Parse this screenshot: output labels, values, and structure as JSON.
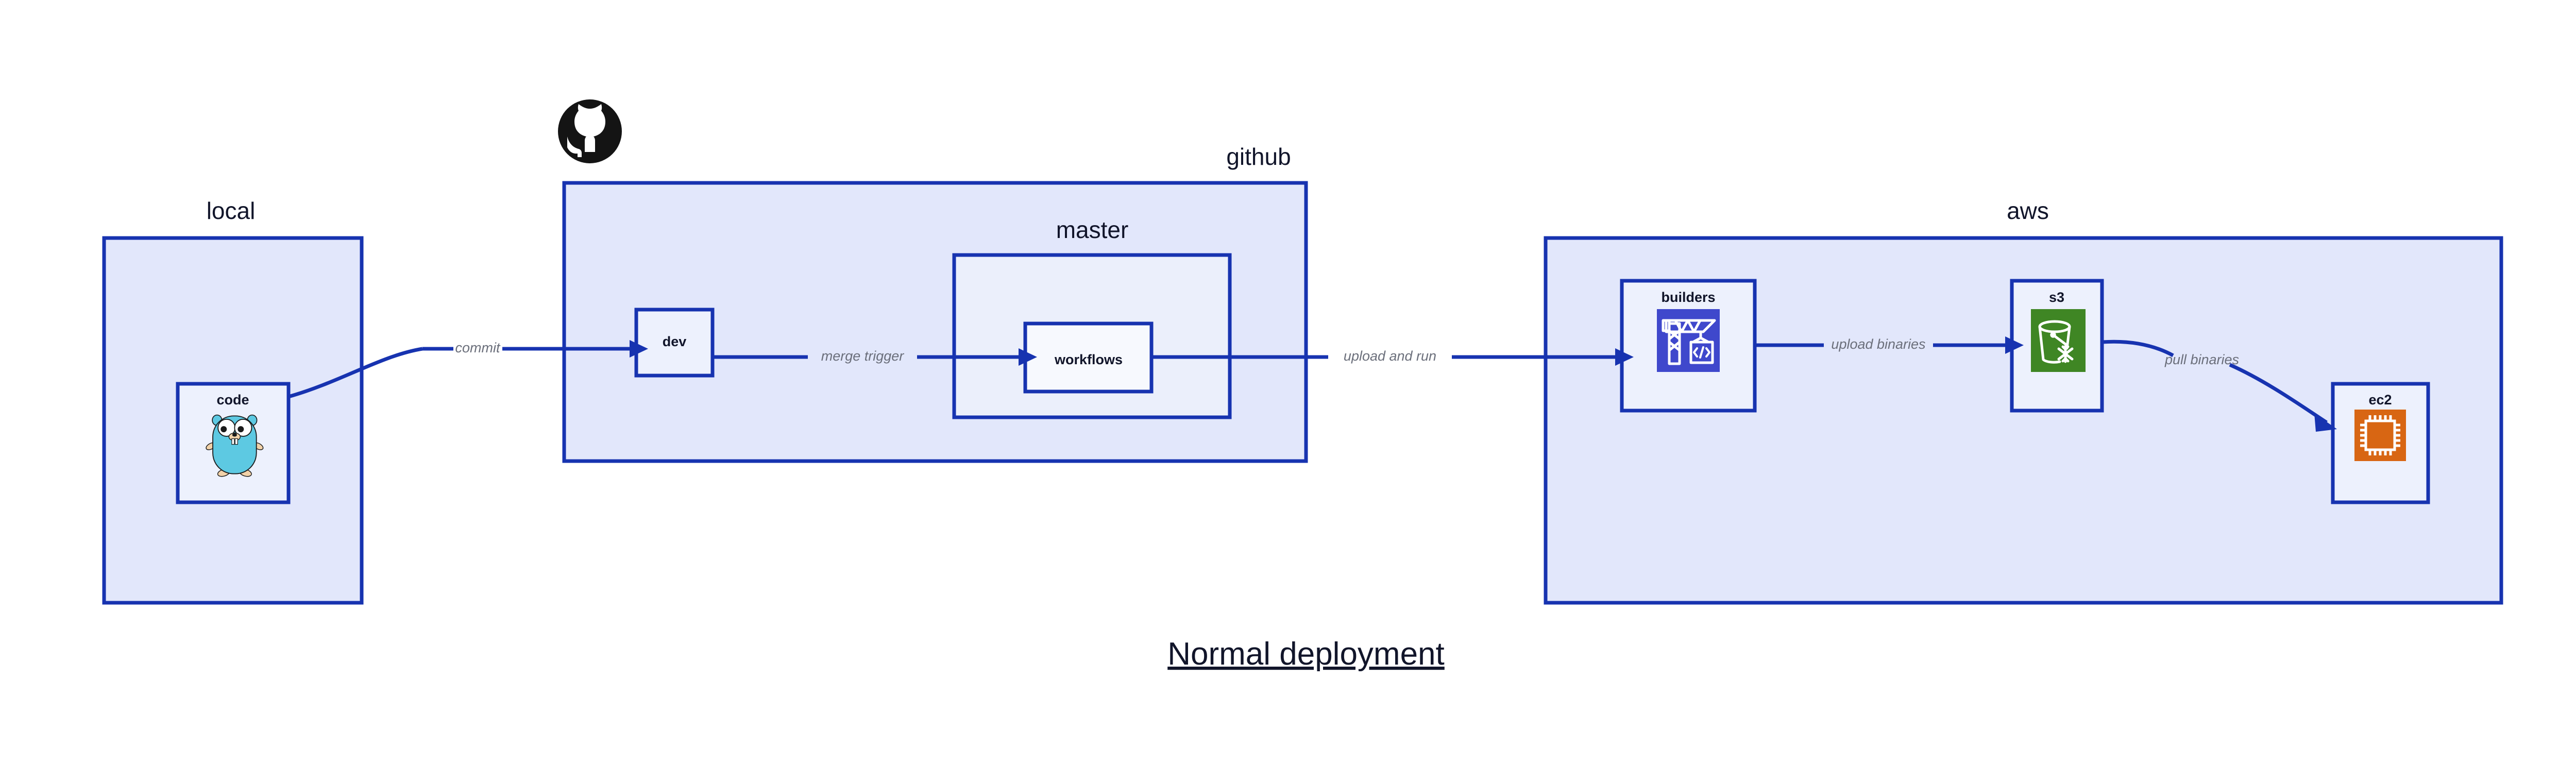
{
  "diagram": {
    "title": "Normal deployment",
    "colors": {
      "group_border": "#1733B0",
      "group_fill": "#E2E7FB",
      "group_fill_inner": "#EBEFFB",
      "node_fill": "#EDF1FD",
      "node_fill_light": "#F7F9FE",
      "edge": "#1733B0",
      "edge_label": "#6B6F7B",
      "text": "#11152A",
      "builders_icon": "#3F48CC",
      "s3_icon": "#3F8624",
      "ec2_icon": "#D86613",
      "gopher_body": "#5DC9E2",
      "gopher_limb": "#F2D2A9",
      "github_logo": "#141414"
    },
    "groups": [
      {
        "id": "local",
        "label": "local"
      },
      {
        "id": "github",
        "label": "github"
      },
      {
        "id": "master",
        "label": "master"
      },
      {
        "id": "aws",
        "label": "aws"
      }
    ],
    "nodes": [
      {
        "id": "code",
        "label": "code",
        "icon": "go-gopher-icon",
        "group": "local"
      },
      {
        "id": "dev",
        "label": "dev",
        "icon": "none",
        "group": "github"
      },
      {
        "id": "workflows",
        "label": "workflows",
        "icon": "none",
        "group": "master"
      },
      {
        "id": "builders",
        "label": "builders",
        "icon": "aws-builder-crane-icon",
        "group": "aws"
      },
      {
        "id": "s3",
        "label": "s3",
        "icon": "aws-s3-bucket-icon",
        "group": "aws"
      },
      {
        "id": "ec2",
        "label": "ec2",
        "icon": "aws-ec2-chip-icon",
        "group": "aws"
      }
    ],
    "edges": [
      {
        "id": "commit",
        "label": "commit",
        "from": "code",
        "to": "dev"
      },
      {
        "id": "merge-trigger",
        "label": "merge trigger",
        "from": "dev",
        "to": "workflows"
      },
      {
        "id": "upload-and-run",
        "label": "upload and run",
        "from": "workflows",
        "to": "builders"
      },
      {
        "id": "upload-binaries",
        "label": "upload binaries",
        "from": "builders",
        "to": "s3"
      },
      {
        "id": "pull-binaries",
        "label": "pull binaries",
        "from": "s3",
        "to": "ec2"
      }
    ],
    "logos": [
      {
        "id": "github-octocat",
        "name": "github-octocat-logo"
      }
    ]
  }
}
